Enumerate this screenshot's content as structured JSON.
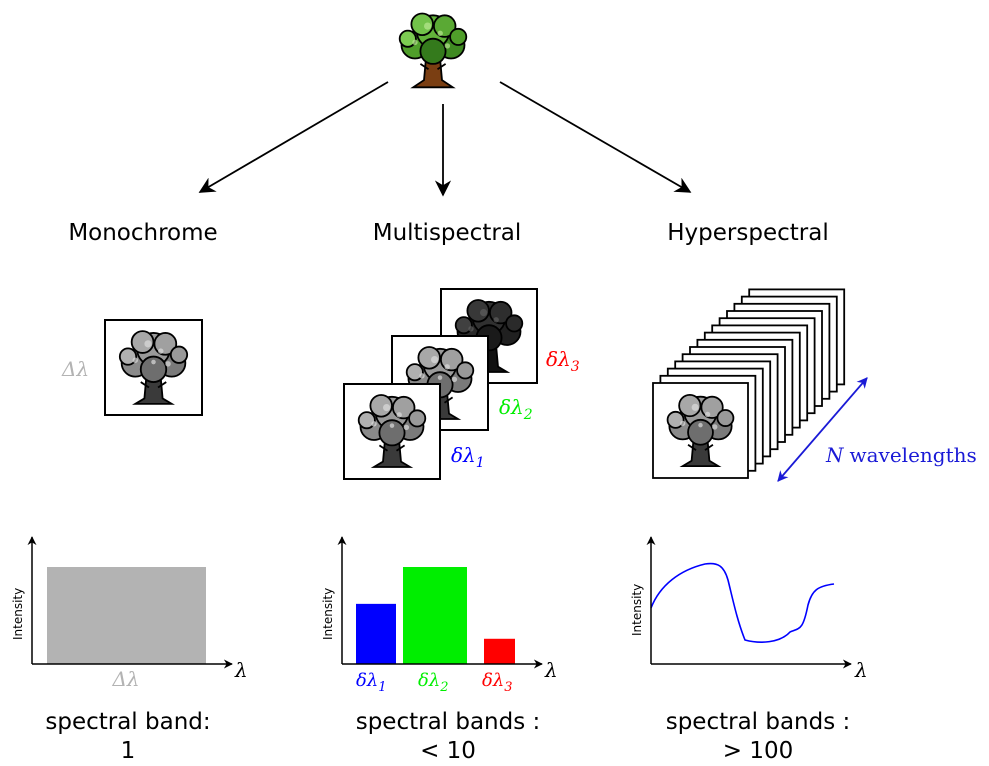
{
  "colors": {
    "gray": "#b3b3b3",
    "blue": "#0000ff",
    "green": "#00ee00",
    "red": "#ff0000",
    "arrow_blue": "#1a1ad6"
  },
  "columns": {
    "monochrome": {
      "title": "Monochrome",
      "delta": "Δλ",
      "bar_label": "Δλ",
      "count_label": "spectral band:",
      "count_value": "1"
    },
    "multispectral": {
      "title": "Multispectral",
      "band1_sym": "δλ",
      "band1_sub": "1",
      "band2_sym": "δλ",
      "band2_sub": "2",
      "band3_sym": "δλ",
      "band3_sub": "3",
      "count_label": "spectral bands :",
      "count_value": "< 10"
    },
    "hyperspectral": {
      "title": "Hyperspectral",
      "n_symbol": "N",
      "n_text": "wavelengths",
      "count_label": "spectral bands :",
      "count_value": "> 100"
    }
  },
  "axes": {
    "ylabel": "Intensity",
    "xlabel": "λ"
  },
  "chart_data": [
    {
      "type": "bar",
      "categories": [
        "Δλ"
      ],
      "values": [
        1.0
      ],
      "ylabel": "Intensity",
      "xlabel": "λ"
    },
    {
      "type": "bar",
      "categories": [
        "δλ1",
        "δλ2",
        "δλ3"
      ],
      "values": [
        0.62,
        1.0,
        0.26
      ],
      "ylabel": "Intensity",
      "xlabel": "λ"
    },
    {
      "type": "line",
      "ylabel": "Intensity",
      "xlabel": "λ"
    }
  ]
}
